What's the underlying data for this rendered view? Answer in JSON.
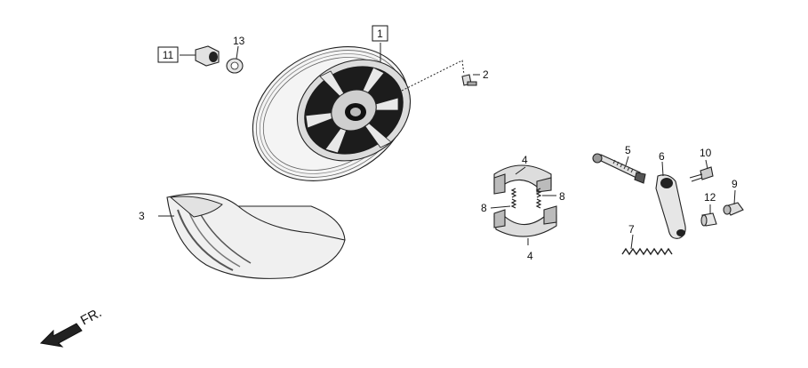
{
  "callouts": {
    "p1": "1",
    "p2": "2",
    "p3": "3",
    "p4_top": "4",
    "p4_bottom": "4",
    "p5": "5",
    "p6": "6",
    "p7": "7",
    "p8_left": "8",
    "p8_right": "8",
    "p9": "9",
    "p10": "10",
    "p11": "11",
    "p12": "12",
    "p13": "13"
  },
  "direction": {
    "label": "FR."
  },
  "icons": {
    "direction": "front-arrow-icon"
  }
}
